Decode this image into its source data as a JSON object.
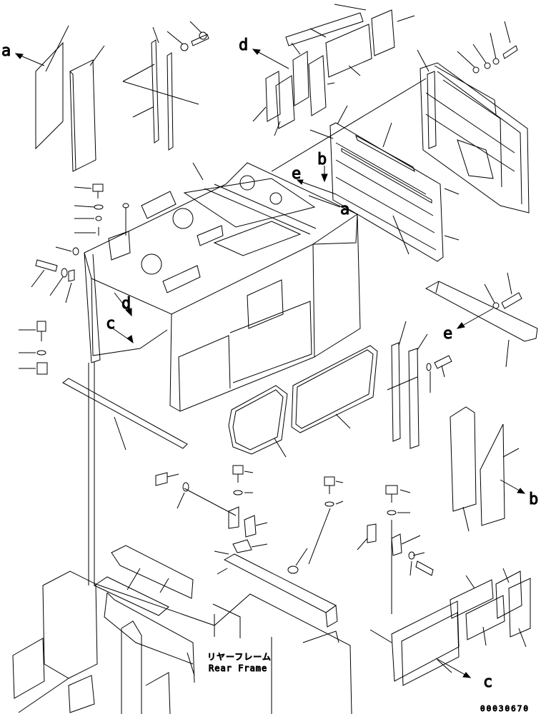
{
  "callouts": {
    "a_top": "a",
    "a_mid": "a",
    "b_top": "b",
    "b_right": "b",
    "c_left": "c",
    "c_bottom": "c",
    "d_top": "d",
    "d_mid": "d",
    "e_mid": "e",
    "e_right": "e"
  },
  "frame_label": {
    "jp": "リヤーフレーム",
    "en": "Rear Frame"
  },
  "drawing_code": "00030670",
  "line_color": "#000000",
  "background": "#ffffff"
}
